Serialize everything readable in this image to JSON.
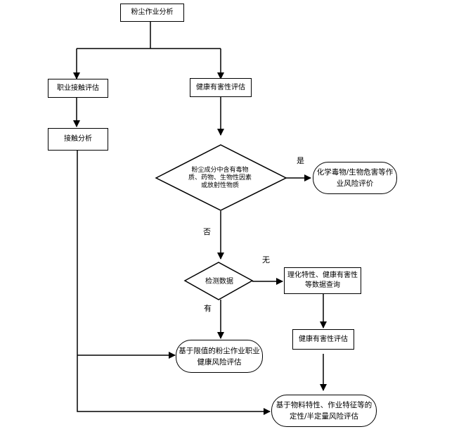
{
  "nodes": {
    "dust_analysis": "粉尘作业分析",
    "occupational_exposure": "职业接触评估",
    "health_hazard_top": "健康有害性评估",
    "exposure_analysis": "接触分析",
    "decision_components": "粉尘成分中含有毒物质、药物、生物性因素或放射性物质",
    "chem_bio_eval": "化学毒物/生物危害等作业风险评价",
    "detection_data": "检测数据",
    "physchem_query": "理化特性、健康有害性等数据查询",
    "health_hazard_mid": "健康有害性评估",
    "limit_based_eval": "基于限值的粉尘作业职业健康风险评估",
    "material_based_eval": "基于物料特性、作业特征等的定性/半定量风险评估"
  },
  "labels": {
    "yes_shi": "是",
    "no_fou": "否",
    "none_wu": "无",
    "have_you": "有"
  }
}
